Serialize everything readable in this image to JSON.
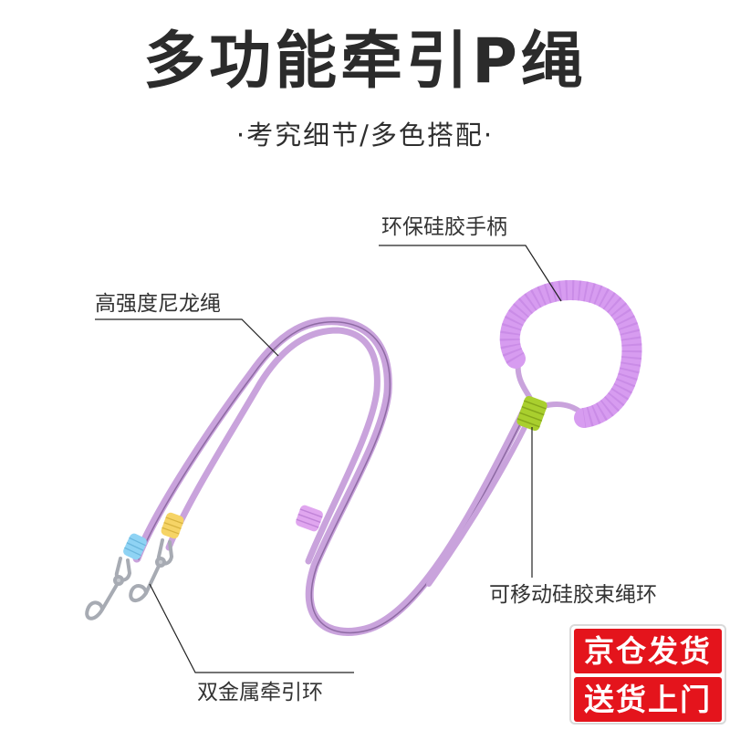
{
  "header": {
    "title": "多功能牵引P绳",
    "subtitle": "·考究细节/多色搭配·"
  },
  "product": {
    "name": "pet-leash",
    "rope_color": "#c9a3dc",
    "rope_shadow": "#8e6aa3",
    "handle_color": "#d79cf0",
    "ring_green": "#a9cf2e",
    "ring_blue": "#8fd3f4",
    "ring_yellow": "#f6d466",
    "ring_purple": "#e0a6ef",
    "metal_color": "#b9bcc3"
  },
  "callouts": [
    {
      "id": "handle",
      "label": "环保硅胶手柄"
    },
    {
      "id": "rope",
      "label": "高强度尼龙绳"
    },
    {
      "id": "ring",
      "label": "可移动硅胶束绳环"
    },
    {
      "id": "clips",
      "label": "双金属牵引环"
    }
  ],
  "badge": {
    "line1": "京仓发货",
    "line2": "送货上门",
    "color": "#e4141c"
  }
}
